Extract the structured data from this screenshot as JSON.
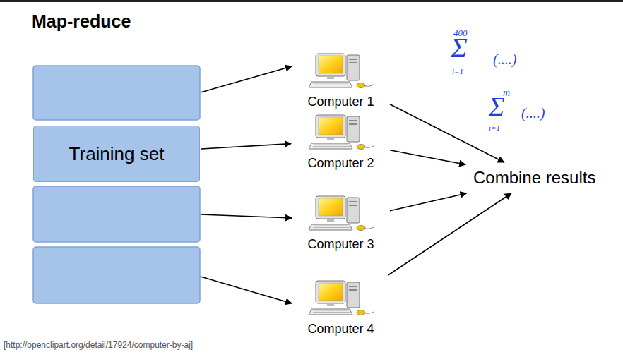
{
  "diagram": {
    "title": "Map-reduce",
    "nodes": [
      {
        "text": [
          "Training set"
        ]
      },
      {
        "text": [
          "Computer 1"
        ]
      },
      {
        "text": [
          "Computer 2"
        ]
      },
      {
        "text": [
          "Computer 3"
        ]
      },
      {
        "text": [
          "Computer 4"
        ]
      },
      {
        "text": [
          "Combine results"
        ]
      }
    ],
    "edges": [
      {
        "from": 0,
        "to": 2,
        "arrow": "to"
      },
      {
        "from": 1,
        "to": 5,
        "arrow": "to"
      },
      {
        "from": 2,
        "to": 5,
        "arrow": "to"
      },
      {
        "from": 3,
        "to": 5,
        "arrow": "to"
      },
      {
        "from": 4,
        "to": 5,
        "arrow": "to"
      }
    ],
    "labels": [
      "400",
      "Σ",
      "i=1",
      "(....)",
      "m",
      "Σ",
      "i=1",
      "(....)",
      "[http://openclipart.org/detail/17924/computer-by-aj]"
    ]
  }
}
